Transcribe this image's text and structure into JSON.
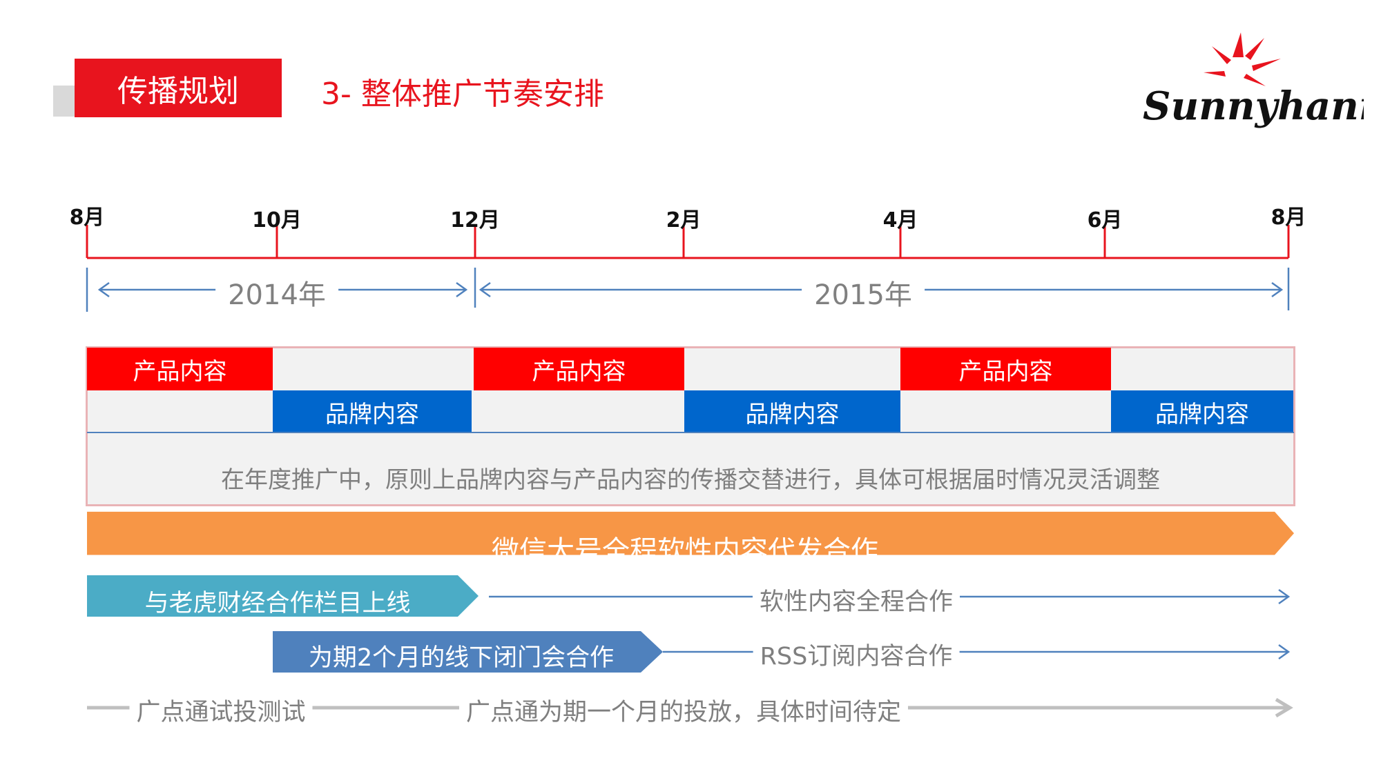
{
  "header": {
    "section_tag": "传播规划",
    "title": "3- 整体推广节奏安排",
    "logo_text": "Sunnyhanmy"
  },
  "colors": {
    "brand_red": "#e8141e",
    "product_red": "#ff0000",
    "brand_blue": "#0066cc",
    "orange": "#f79646",
    "teal": "#4bacc6",
    "steel_blue": "#4f81bd",
    "gray_line": "#bfbfbf"
  },
  "timeline": {
    "months": [
      "8月",
      "10月",
      "12月",
      "2月",
      "4月",
      "6月",
      "8月"
    ],
    "years": [
      "2014年",
      "2015年"
    ]
  },
  "content_rotation": {
    "product_label": "产品内容",
    "brand_label": "品牌内容",
    "note": "在年度推广中，原则上品牌内容与产品内容的传播交替进行，具体可根据届时情况灵活调整"
  },
  "activities": {
    "wechat": "微信大号全程软性内容代发合作",
    "laohu_label": "与老虎财经合作栏目上线",
    "laohu_follow": "软性内容全程合作",
    "offline_label": "为期2个月的线下闭门会合作",
    "offline_follow": "RSS订阅内容合作",
    "gdt_test": "广点通试投测试",
    "gdt_plan": "广点通为期一个月的投放，具体时间待定"
  }
}
